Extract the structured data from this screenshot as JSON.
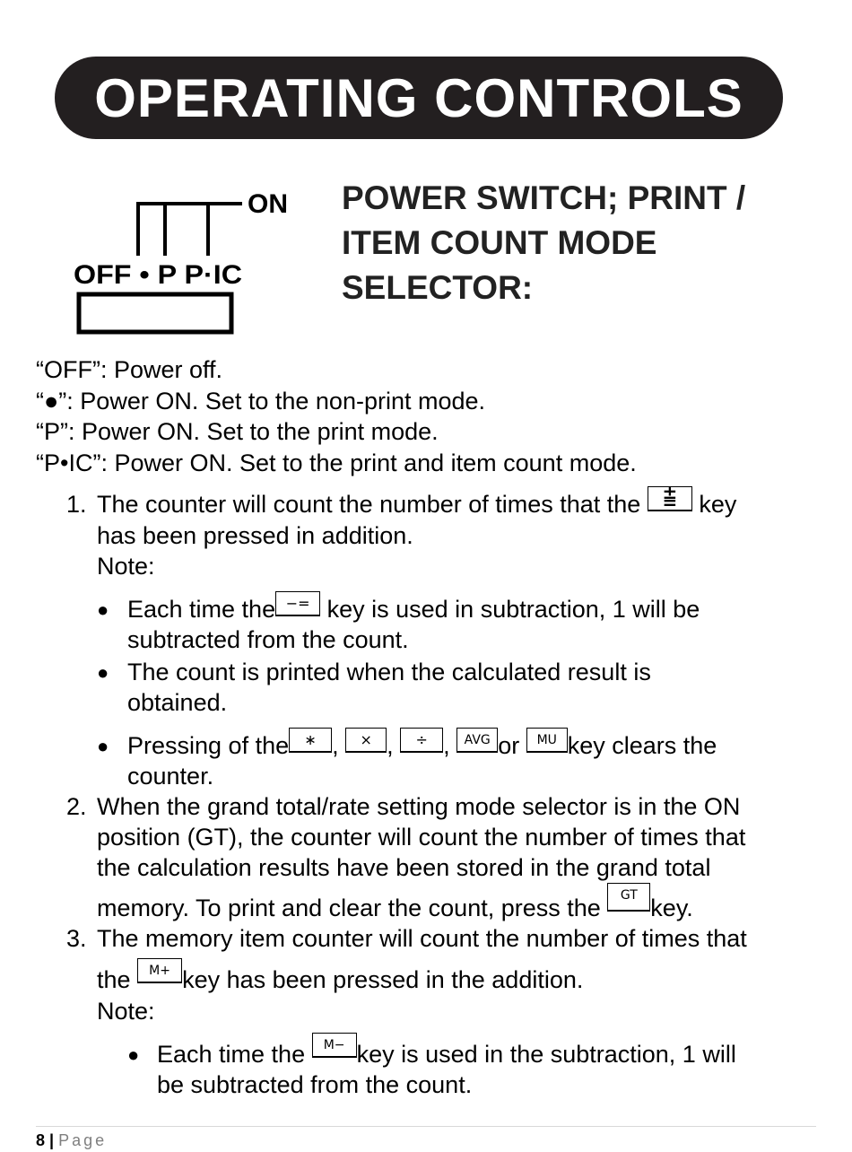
{
  "banner": {
    "title": "OPERATING CONTROLS"
  },
  "switch_diagram": {
    "on_label": "ON",
    "positions_label": "OFF • P P·IC"
  },
  "heading": {
    "lines": [
      "POWER SWITCH; PRINT /",
      "ITEM COUNT MODE",
      "SELECTOR:"
    ]
  },
  "modes": [
    "“OFF”: Power off.",
    "“●”: Power ON. Set to the non-print mode.",
    "“P”: Power ON. Set to the print mode.",
    "“P•IC”: Power ON. Set to the print and item count mode."
  ],
  "items": [
    {
      "num": "1.",
      "l1a": "The counter will count the number of times that the",
      "key": "±\n=",
      "l1b": "key",
      "l2": "has been pressed in addition.",
      "note": "Note:",
      "bullets": [
        {
          "a": "Each time the",
          "key": "−=",
          "b": "key is used in subtraction, 1 will be",
          "l2": "subtracted from the count."
        },
        {
          "a": "The count is printed when the calculated result is",
          "l2": "obtained."
        },
        {
          "a": "Pressing of the",
          "keys": [
            "∗",
            "×",
            "÷",
            "AVG",
            "MU"
          ],
          "sep": ",",
          "or": "or",
          "b": "key clears the",
          "l2": "counter."
        }
      ]
    },
    {
      "num": "2.",
      "l1": "When the grand total/rate setting mode selector is in the ON",
      "l2": "position (GT), the counter will count the number of times that",
      "l3": "the calculation results have been stored in the grand total",
      "l4a": "memory. To print and clear the count, press the",
      "key": "GT",
      "l4b": "key."
    },
    {
      "num": "3.",
      "l1": "The memory item counter will count the number of times that",
      "l2a": "the",
      "key": "M+",
      "l2b": "key has been pressed in the addition.",
      "note": "Note:",
      "bullets": [
        {
          "a": "Each time the",
          "key": "M−",
          "b": "key is used in the subtraction, 1 will",
          "l2": "be subtracted from the count."
        }
      ]
    }
  ],
  "footer": {
    "page_number": "8",
    "separator": "|",
    "page_label": "Page"
  }
}
